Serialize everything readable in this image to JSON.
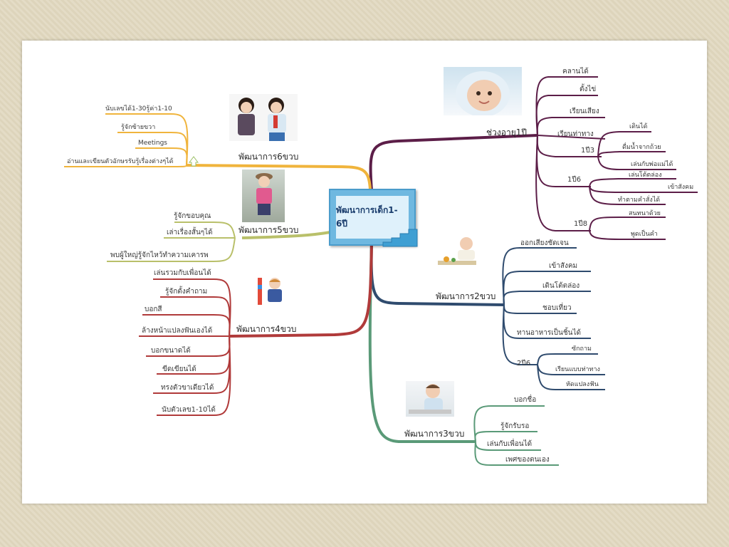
{
  "central": {
    "title": "พัฒนาการเด็ก1-6ปี"
  },
  "branches": {
    "age1": {
      "label": "ช่วงอายุ1ปี",
      "items": [
        "คลานได้",
        "ตั้งไข่",
        "เรียนเสียง",
        "เรียนท่าทาง"
      ],
      "sub_1y3": {
        "label": "1ปี3",
        "items": [
          "เดินได้",
          "ดื่มน้ำจากถ้วย",
          "เล่นกับพ่อแม่ได้"
        ]
      },
      "sub_1y6": {
        "label": "1ปี6",
        "items": [
          "เล่นโต้ตล่อง",
          "เข้าสังคม",
          "ทำตามคำสั่งได้"
        ]
      },
      "sub_1y8": {
        "label": "1ปี8",
        "items": [
          "สนทนาด้วย",
          "พูดเป็นคำ"
        ]
      }
    },
    "age2": {
      "label": "พัฒนาการ2ขวบ",
      "items": [
        "ออกเสียงชัดเจน",
        "เข้าสังคม",
        "เดินโต้ตล่อง",
        "ชอบเที่ยว",
        "ทานอาหารเป็นชิ้นได้"
      ],
      "sub_2y6": {
        "label": "2ปี6",
        "items": [
          "ซักถาม",
          "เรียนแบบท่าทาง",
          "หัดแปลงฟัน"
        ]
      }
    },
    "age3": {
      "label": "พัฒนาการ3ขวบ",
      "items": [
        "บอกชื่อ",
        "รู้จักรับรอ",
        "เล่นกับเพื่อนได้",
        "เพศของตนเอง"
      ]
    },
    "age4": {
      "label": "พัฒนาการ4ขวบ",
      "items": [
        "เล่นรวมกับเพื่อนได้",
        "รู้จักตั้งคำถาม",
        "บอกสี",
        "ล้างหน้าแปลงฟันเองได้",
        "บอกขนาดได้",
        "ขีดเขียนได้",
        "ทรงตัวขาเดียวได้",
        "นับตัวเลข1-10ได้"
      ]
    },
    "age5": {
      "label": "พัฒนาการ5ขวบ",
      "items": [
        "รู้จักขอบคุณ",
        "เล่าเรื่องสั้นๆได้",
        "พบผู้ใหญ่รู้จักไหว้ทำความเคารพ"
      ]
    },
    "age6": {
      "label": "พัฒนาการ6ขวบ",
      "items": [
        "นับเลขได้1-30รู้ค่า1-10",
        "รู้จักซ้ายขวา",
        "Meetings",
        "อ่านและเขียนตัวอักษรรับรู้เรื่องต่างๆได้"
      ]
    }
  },
  "colors": {
    "age1": "#5c1e48",
    "age2": "#2f4b6e",
    "age3": "#5a9a78",
    "age4": "#b03a3a",
    "age5": "#b9c06a",
    "age6": "#f0b43c",
    "central_fill": "#6fb8e0",
    "paper": "#ffffff",
    "frame": "#e4dcc6"
  }
}
